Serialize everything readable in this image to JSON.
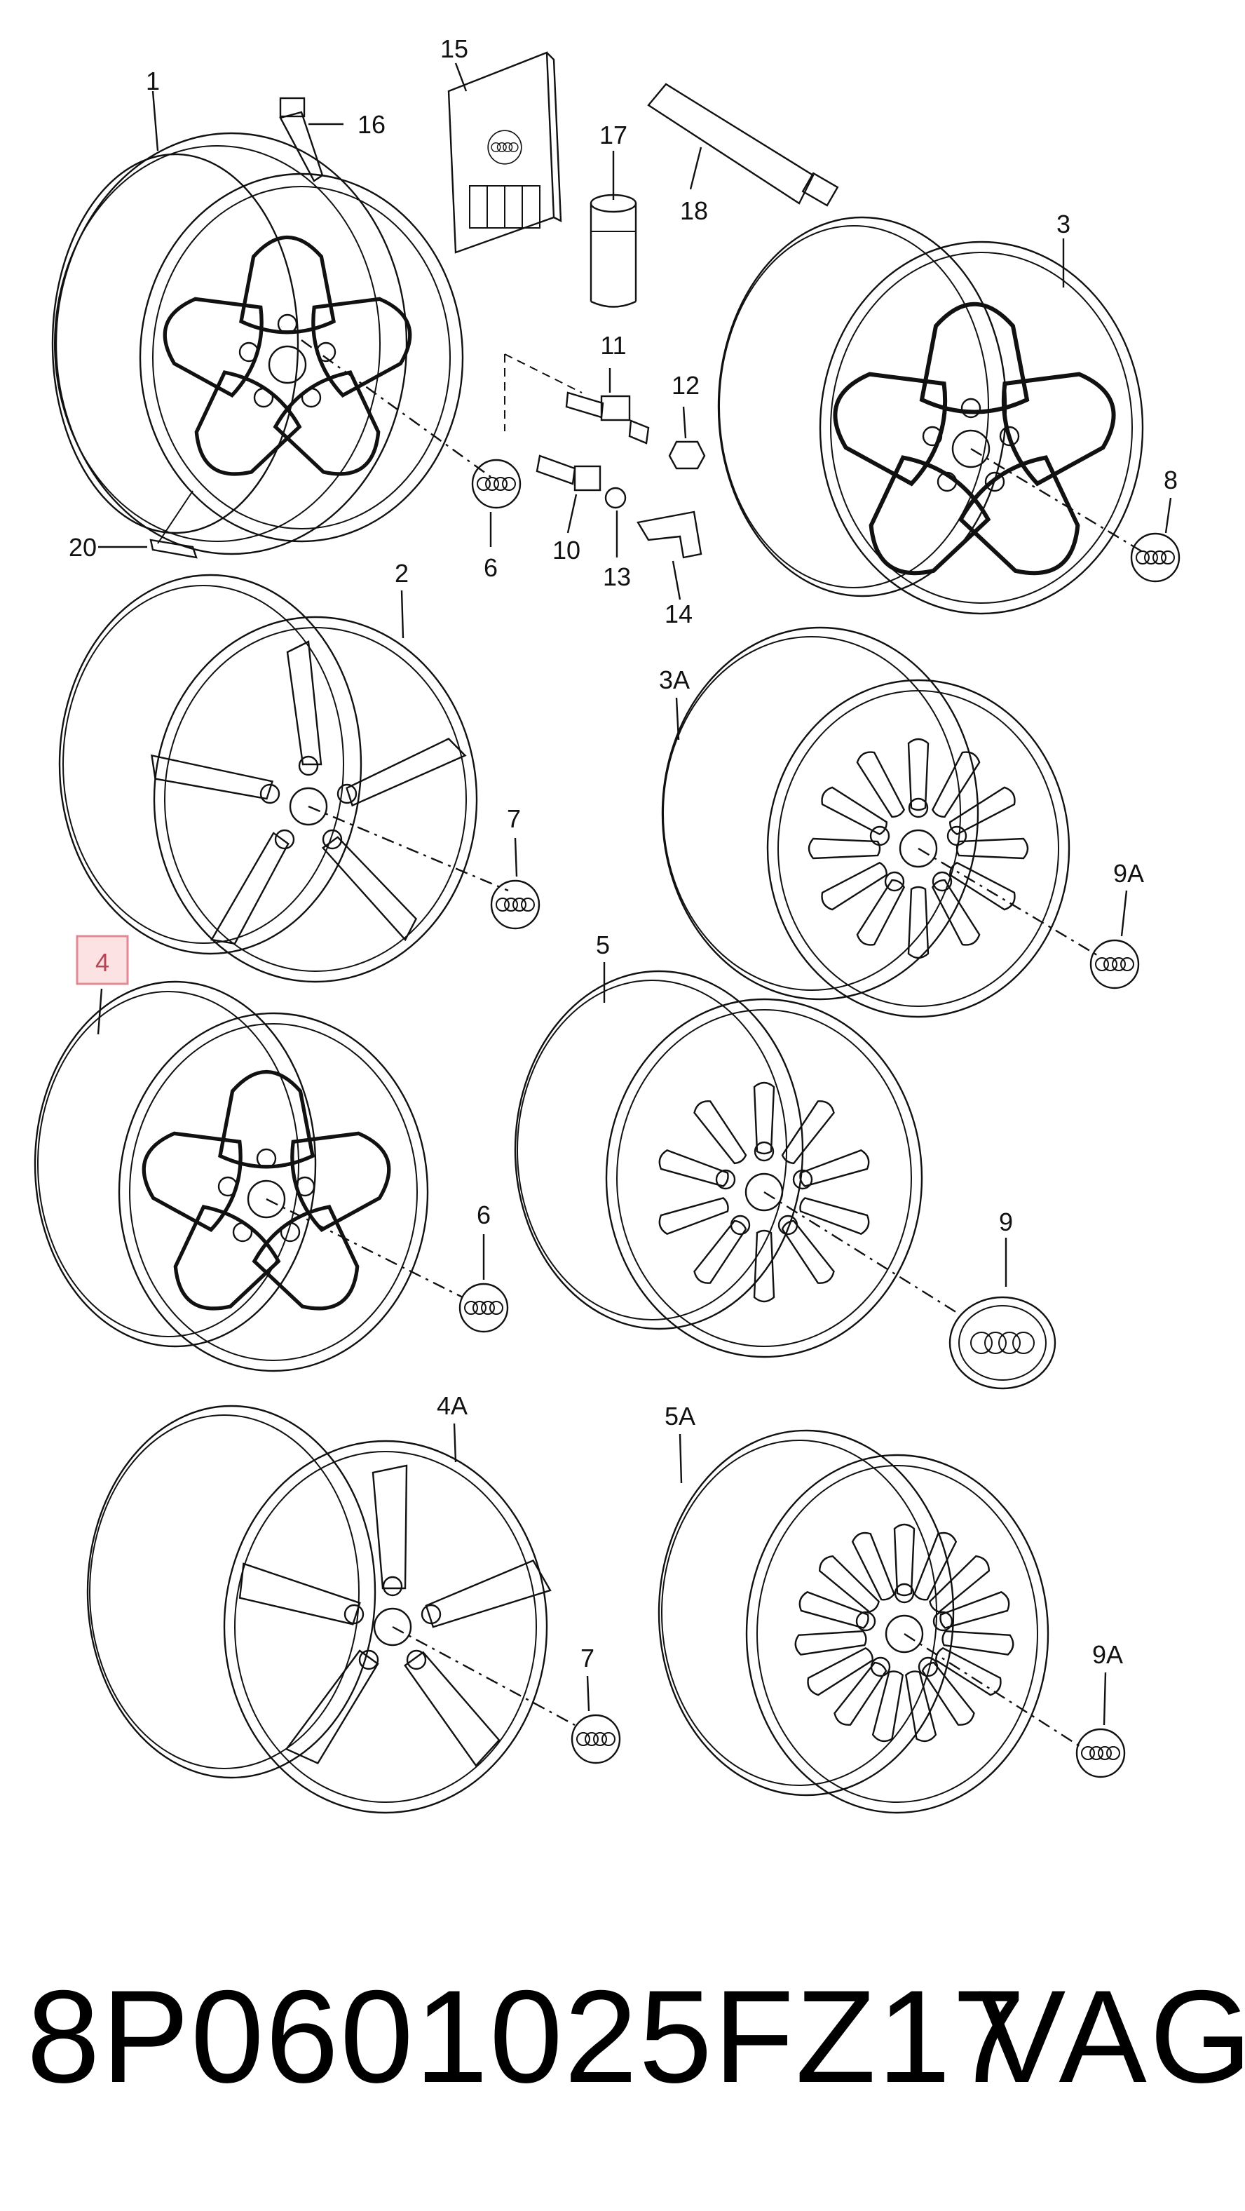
{
  "callouts": {
    "c1": "1",
    "c2": "2",
    "c3": "3",
    "c3a": "3A",
    "c4": "4",
    "c4a": "4A",
    "c5": "5",
    "c5a": "5A",
    "c6a": "6",
    "c6b": "6",
    "c7a": "7",
    "c7b": "7",
    "c8": "8",
    "c9": "9",
    "c9a_a": "9A",
    "c9a_b": "9A",
    "c10": "10",
    "c11": "11",
    "c12": "12",
    "c13": "13",
    "c14": "14",
    "c15": "15",
    "c16": "16",
    "c17": "17",
    "c18": "18",
    "c20": "20"
  },
  "highlighted_callout": "4",
  "footer": {
    "part_number": "8P0601025FZ17",
    "brand": "VAG"
  },
  "colors": {
    "line": "#111111",
    "highlight_fill": "#fde2e4",
    "highlight_border": "#e08a96"
  }
}
